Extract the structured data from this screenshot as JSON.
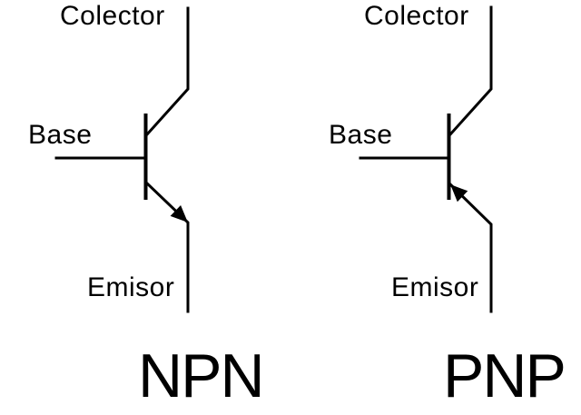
{
  "diagram": {
    "description": "Bipolar junction transistor schematic symbols",
    "npn": {
      "collector_label": "Colector",
      "base_label": "Base",
      "emitter_label": "Emisor",
      "type_label": "NPN",
      "arrow_direction": "outward (points away from base, down-right)"
    },
    "pnp": {
      "collector_label": "Colector",
      "base_label": "Base",
      "emitter_label": "Emisor",
      "type_label": "PNP",
      "arrow_direction": "inward (points toward base, up-left)"
    }
  },
  "colors": {
    "background": "#ffffff",
    "line": "#000000",
    "text": "#000000"
  }
}
